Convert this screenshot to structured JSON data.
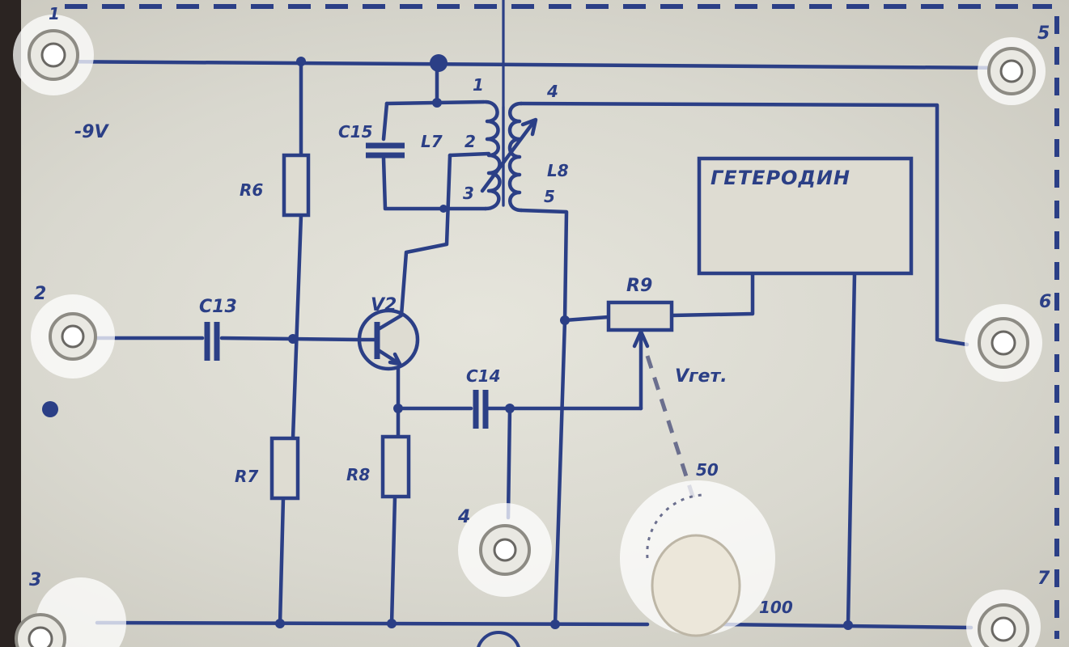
{
  "schematic": {
    "supply_label": "-9V",
    "oscillator_block": "ГЕТЕРОДИН",
    "oscillator_voltage_label": "Vгет.",
    "scale_min": "50",
    "scale_max": "100",
    "components": {
      "r6": "R6",
      "r7": "R7",
      "r8": "R8",
      "r9": "R9",
      "c13": "C13",
      "c14": "C14",
      "c15": "C15",
      "l7": "L7",
      "l8": "L8",
      "v2": "V2"
    },
    "coil_pins": [
      "1",
      "2",
      "3",
      "4",
      "5"
    ],
    "terminals": [
      "1",
      "2",
      "3",
      "4",
      "5",
      "6",
      "7"
    ]
  },
  "colors": {
    "ink": "#2b3f86",
    "panel": "#dedcd2"
  }
}
